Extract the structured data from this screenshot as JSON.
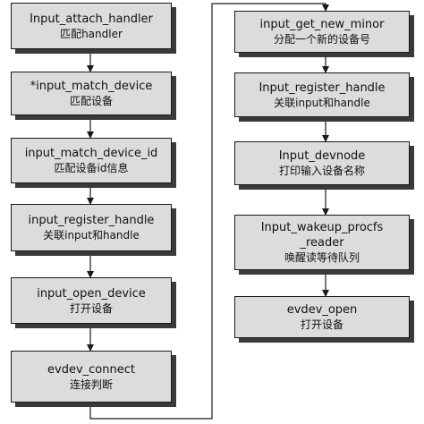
{
  "left_column": [
    {
      "name": "Input_attach_handler",
      "desc": "匹配handler"
    },
    {
      "name": "*input_match_device",
      "desc": "匹配设备"
    },
    {
      "name": "input_match_device_id",
      "desc": "匹配设备id信息"
    },
    {
      "name": "input_register_handle",
      "desc": "关联input和handle"
    },
    {
      "name": "input_open_device",
      "desc": "打开设备"
    },
    {
      "name": "evdev_connect",
      "desc": "连接判断"
    }
  ],
  "right_column": [
    {
      "name": "input_get_new_minor",
      "desc": "分配一个新的设备号"
    },
    {
      "name": "Input_register_handle",
      "desc": "关联input和handle"
    },
    {
      "name": "Input_devnode",
      "desc": "打印输入设备名称"
    },
    {
      "name_lines": [
        "Input_wakeup_procfs",
        "_reader"
      ],
      "desc": "唤醒读等待队列"
    },
    {
      "name": "evdev_open",
      "desc": "打开设备"
    }
  ],
  "colors": {
    "box_fill": "#dcdcdc",
    "box_border": "#1a1a1a",
    "box_shadow": "#3a3a3a",
    "arrow": "#1a1a1a"
  }
}
